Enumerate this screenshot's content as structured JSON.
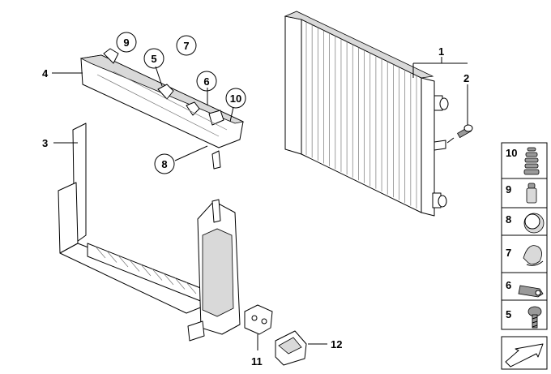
{
  "callouts": {
    "c1": "1",
    "c2": "2",
    "c3": "3",
    "c4": "4",
    "c5": "5",
    "c6": "6",
    "c7": "7",
    "c8": "8",
    "c9": "9",
    "c10": "10",
    "c11": "11",
    "c12": "12"
  },
  "legend": [
    {
      "number": "10",
      "icon": "bump-stop-icon"
    },
    {
      "number": "9",
      "icon": "clip-rivet-icon"
    },
    {
      "number": "8",
      "icon": "cap-plug-icon"
    },
    {
      "number": "7",
      "icon": "spring-clip-icon"
    },
    {
      "number": "6",
      "icon": "expanding-nut-icon"
    },
    {
      "number": "5",
      "icon": "screw-icon"
    }
  ]
}
